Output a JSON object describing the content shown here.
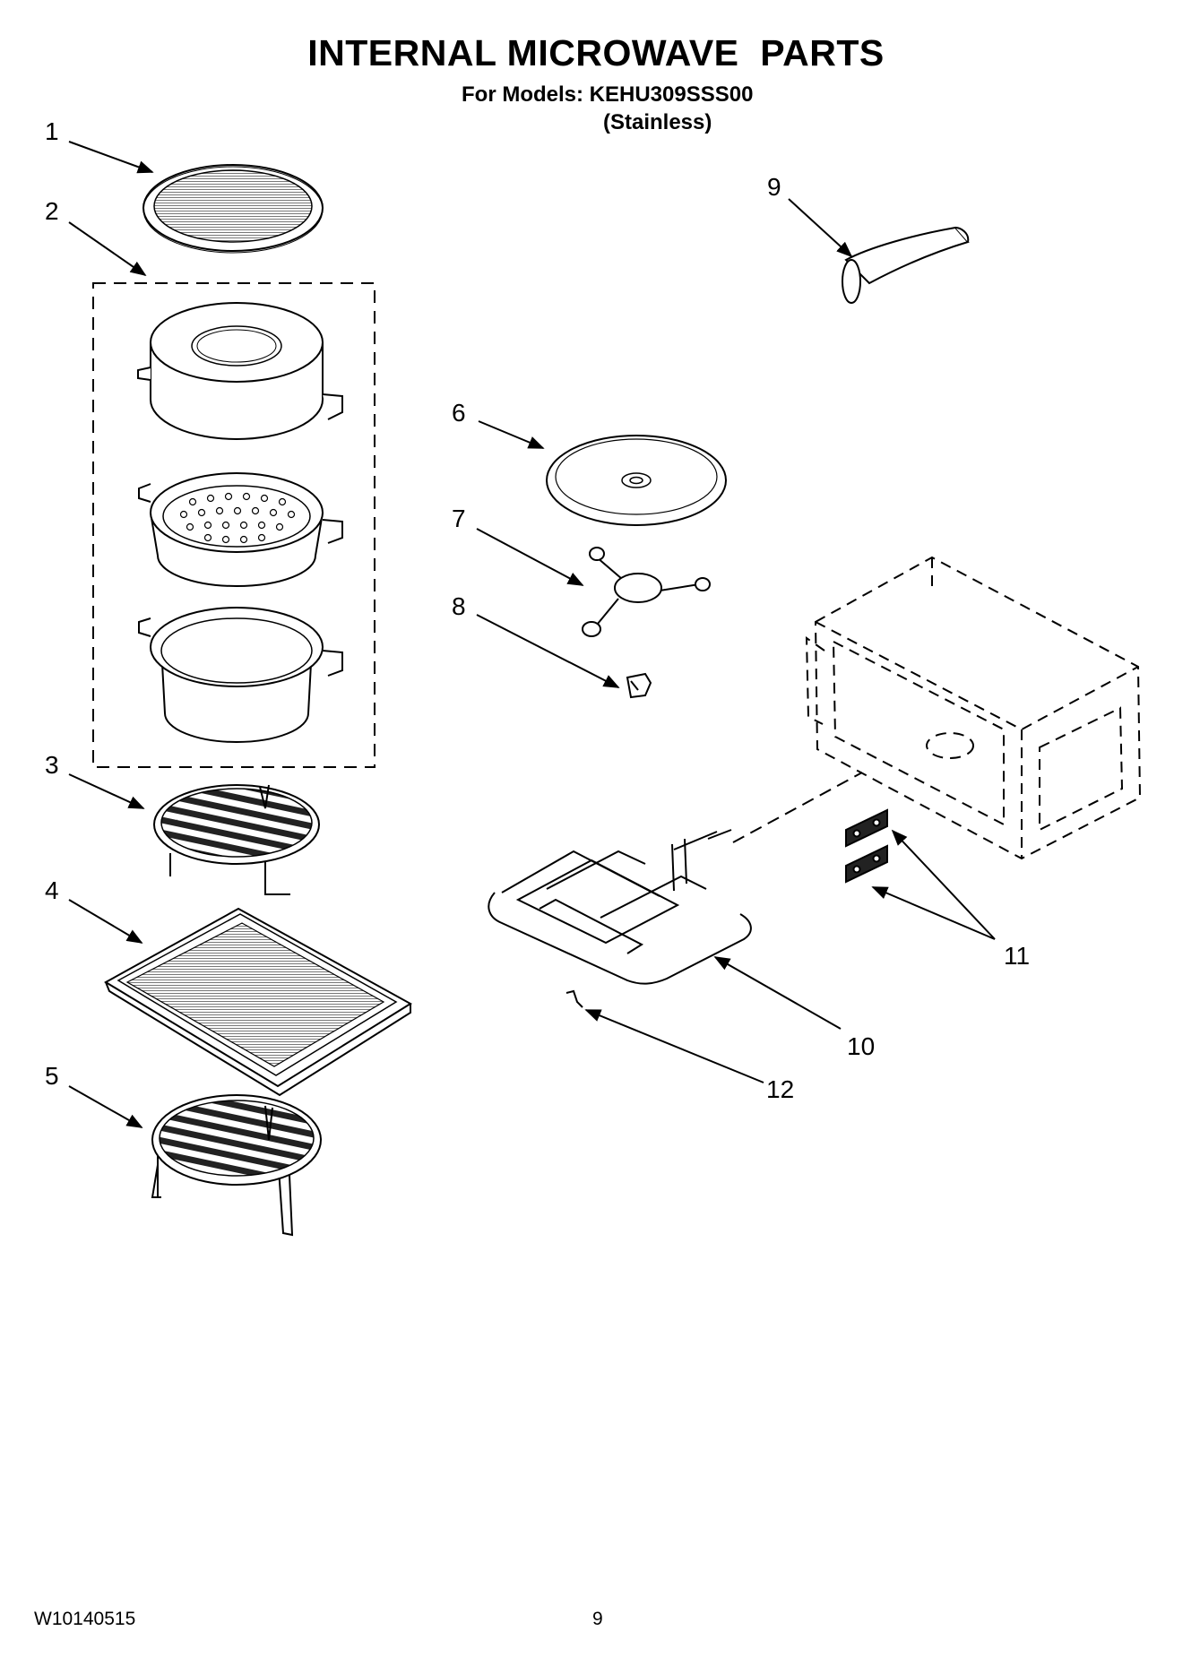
{
  "header": {
    "title": "INTERNAL MICROWAVE  PARTS",
    "models_line": "For Models: KEHU309SSS00",
    "variant": "(Stainless)"
  },
  "footer": {
    "document_number": "W10140515",
    "page_number": "9"
  },
  "callouts": [
    "1",
    "2",
    "3",
    "4",
    "5",
    "6",
    "7",
    "8",
    "9",
    "10",
    "11",
    "12"
  ]
}
